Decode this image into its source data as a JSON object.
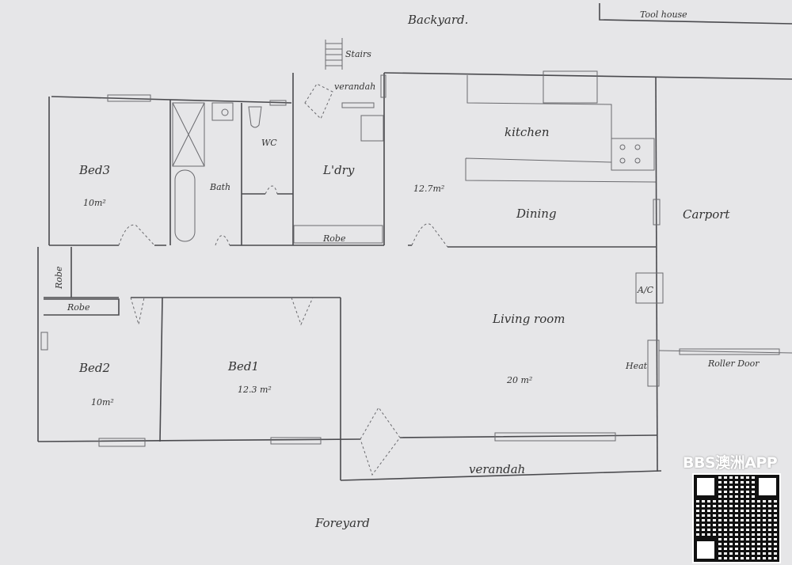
{
  "labels": {
    "backyard": "Backyard.",
    "tool_house": "Tool house",
    "stairs": "Stairs",
    "verandah_back": "verandah",
    "wc": "WC",
    "laundry": "L'dry",
    "bath": "Bath",
    "bed3": "Bed3",
    "bed3_area": "10m²",
    "kitchen": "kitchen",
    "kitchen_area": "12.7m²",
    "dining": "Dining",
    "carport": "Carport",
    "robe_laundry": "Robe",
    "robe_vertical": "Robe",
    "robe_bed2": "Robe",
    "ac": "A/C",
    "living_room": "Living room",
    "living_area": "20 m²",
    "heat": "Heat",
    "roller_door": "Roller Door",
    "bed2": "Bed2",
    "bed2_area": "10m²",
    "bed1": "Bed1",
    "bed1_area": "12.3 m²",
    "verandah_front": "verandah",
    "foreyard": "Foreyard"
  },
  "watermark": {
    "text": "BBS澳洲APP"
  }
}
